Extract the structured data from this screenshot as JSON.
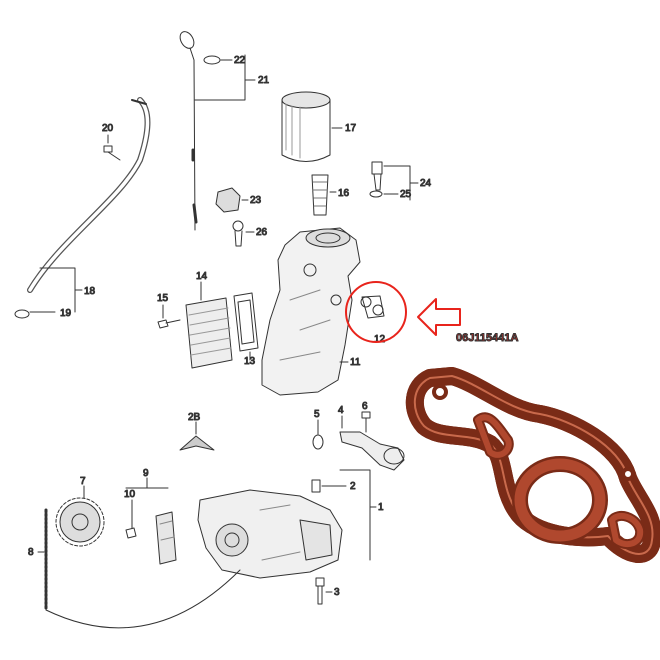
{
  "part_number": "06J115441A",
  "colors": {
    "line": "#333333",
    "shade": "#cfcfcf",
    "highlight": "#e8241c",
    "gasket_body": "#b0482e",
    "gasket_edge": "#7a2b17"
  },
  "callouts": {
    "c1": "1",
    "c2": "2",
    "c2b": "2B",
    "c3": "3",
    "c4": "4",
    "c5": "5",
    "c6": "6",
    "c7": "7",
    "c8": "8",
    "c9": "9",
    "c10": "10",
    "c11": "11",
    "c12": "12",
    "c13": "13",
    "c14": "14",
    "c15": "15",
    "c16": "16",
    "c17": "17",
    "c18": "18",
    "c19": "19",
    "c20": "20",
    "c21": "21",
    "c22": "22",
    "c23": "23",
    "c24": "24",
    "c25": "25",
    "c26": "26"
  },
  "icons": [
    "circle-highlight-icon",
    "arrow-left-icon"
  ]
}
